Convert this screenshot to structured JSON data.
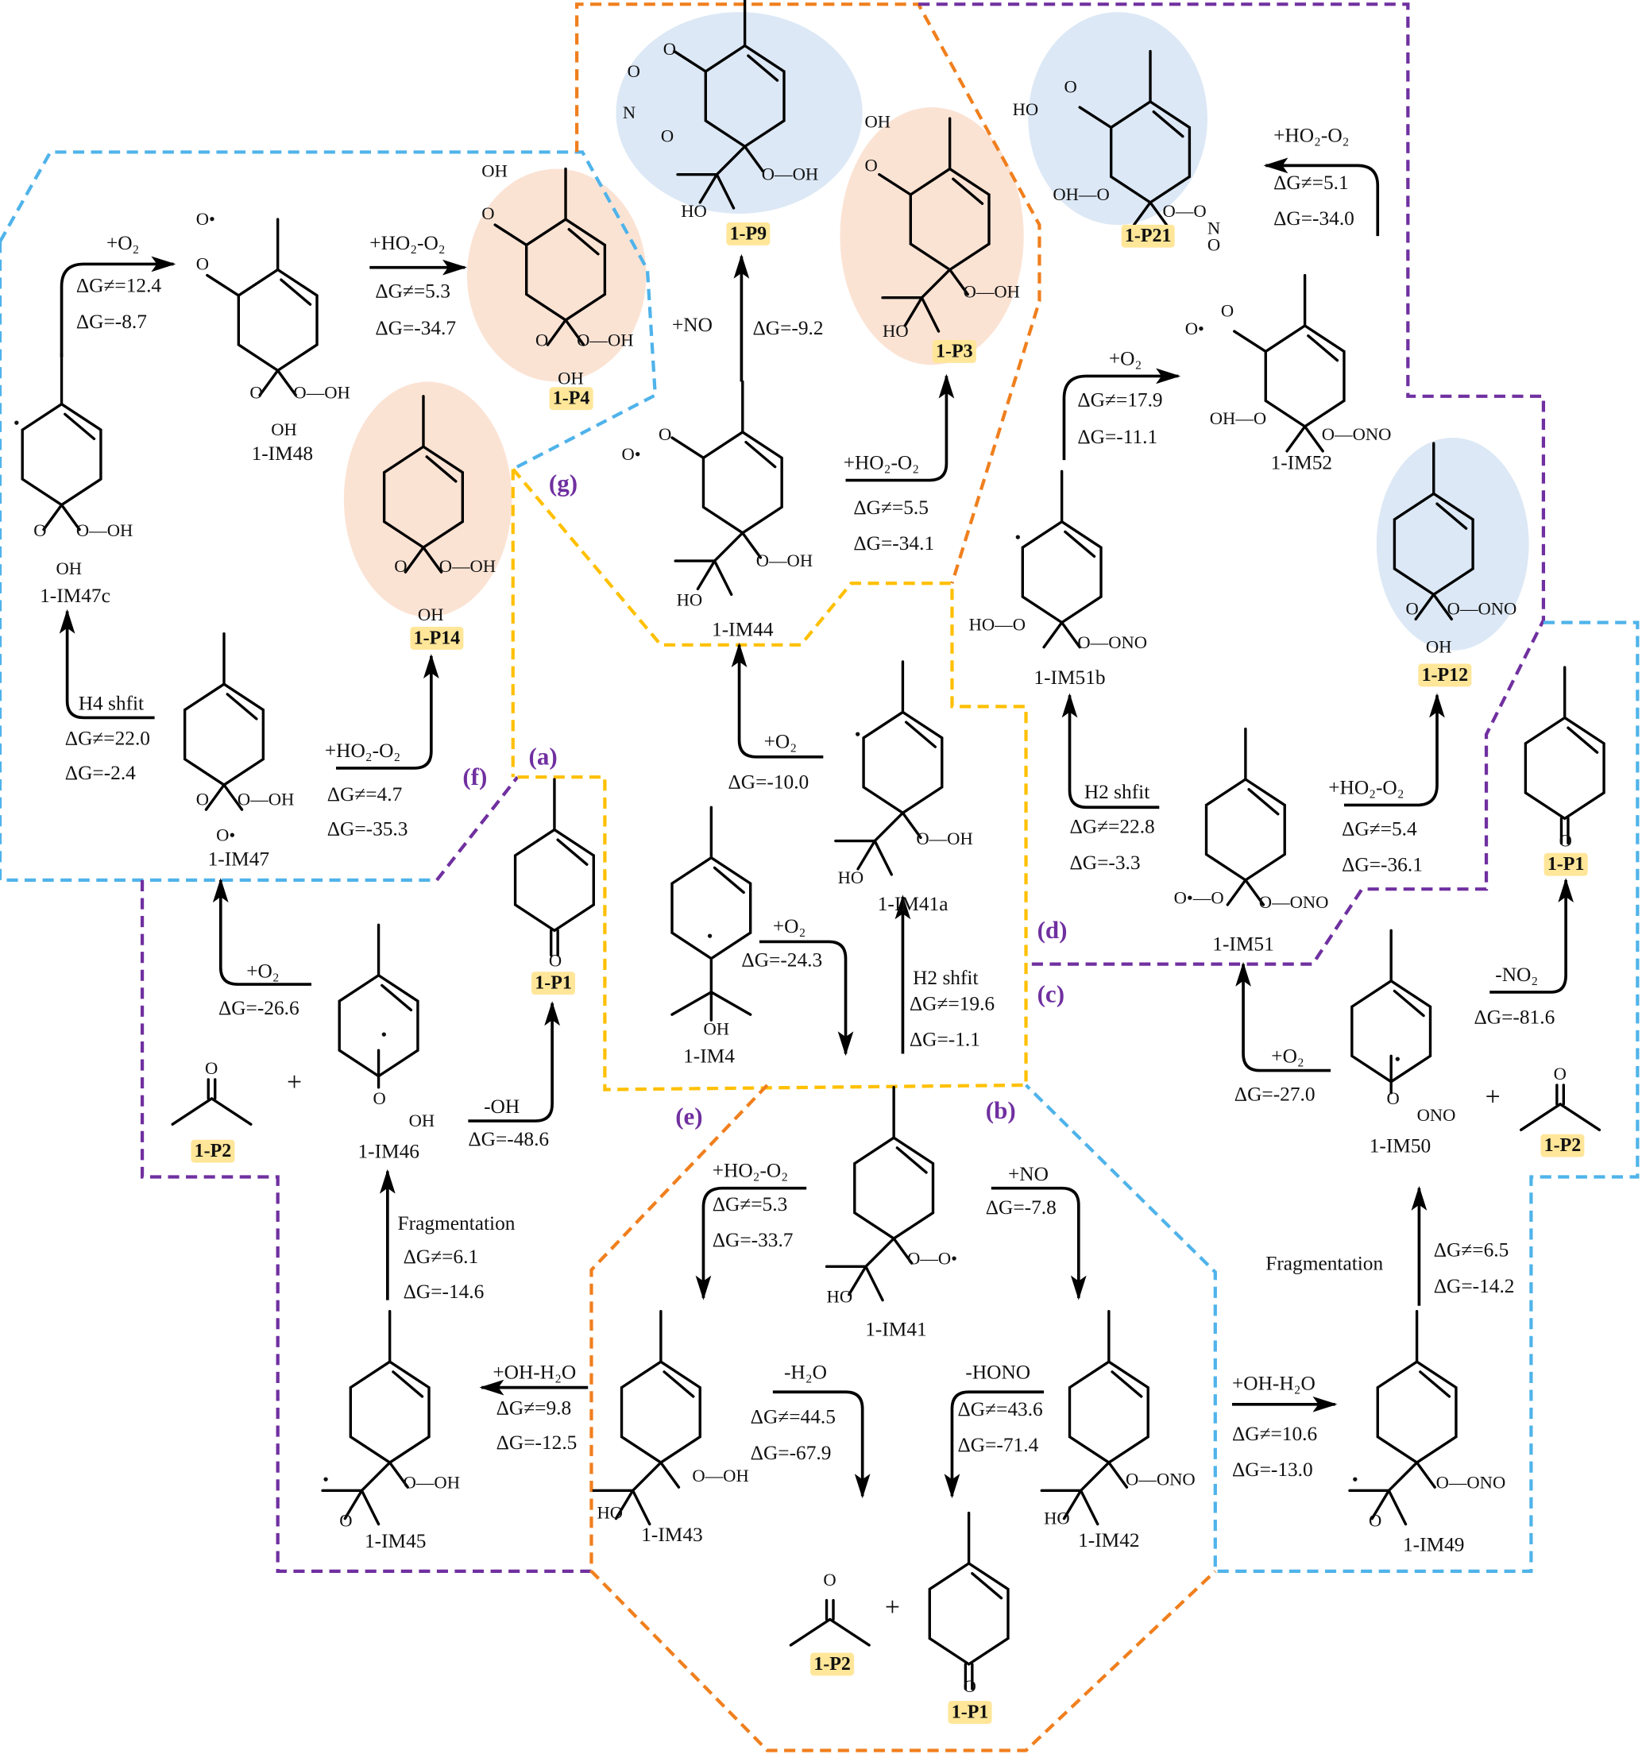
{
  "colors": {
    "region_blue": "#4fb3ea",
    "region_orange": "#f07f1d",
    "region_purple": "#7030a0",
    "region_yellow": "#ffc000",
    "product_highlight": "#ffe699",
    "ellipse_pink": "#fbe3d4",
    "ellipse_blue": "#dce8f5",
    "pathway_label": "#7030a0"
  },
  "pathway_labels": [
    "(g)",
    "(a)",
    "(f)",
    "(d)",
    "(c)",
    "(e)",
    "(b)"
  ],
  "plus_signs": [
    "+",
    "+",
    "+"
  ],
  "molecules": [
    {
      "label": "1-IM47c",
      "product": false,
      "atoms": [
        "•",
        "O",
        "O—OH",
        "OH"
      ]
    },
    {
      "label": "1-IM48",
      "product": false,
      "atoms": [
        "O•",
        "O",
        "O",
        "O—OH",
        "OH"
      ]
    },
    {
      "label": "1-P4",
      "product": true,
      "atoms": [
        "OH",
        "O",
        "O",
        "O—OH",
        "OH"
      ]
    },
    {
      "label": "1-P9",
      "product": true,
      "atoms": [
        "O",
        "O",
        "N",
        "O",
        "O—OH",
        "HO"
      ]
    },
    {
      "label": "1-P3",
      "product": true,
      "atoms": [
        "OH",
        "O",
        "O—OH",
        "HO"
      ]
    },
    {
      "label": "1-P21",
      "product": true,
      "atoms": [
        "HO",
        "O",
        "OH—O",
        "O—O",
        "N",
        "O"
      ]
    },
    {
      "label": "1-IM52",
      "product": false,
      "atoms": [
        "O•",
        "O",
        "OH—O",
        "O—ONO"
      ]
    },
    {
      "label": "1-P14",
      "product": true,
      "atoms": [
        "O",
        "O—OH",
        "OH"
      ]
    },
    {
      "label": "1-IM44",
      "product": false,
      "atoms": [
        "O•",
        "O",
        "O—OH",
        "HO"
      ]
    },
    {
      "label": "1-IM51b",
      "product": false,
      "atoms": [
        "•",
        "HO—O",
        "O—ONO"
      ]
    },
    {
      "label": "1-P12",
      "product": true,
      "atoms": [
        "O",
        "O—ONO",
        "OH"
      ]
    },
    {
      "label": "1-IM47",
      "product": false,
      "atoms": [
        "O",
        "O—OH",
        "O•"
      ]
    },
    {
      "label": "1-IM41a",
      "product": false,
      "atoms": [
        "•",
        "O—OH",
        "HO"
      ]
    },
    {
      "label": "1-IM4",
      "product": false,
      "atoms": [
        "•",
        "OH"
      ]
    },
    {
      "label": "1-P1",
      "product": true,
      "atoms": [
        "O"
      ]
    },
    {
      "label": "1-IM51",
      "product": false,
      "atoms": [
        "O•—O",
        "O—ONO"
      ]
    },
    {
      "label": "1-P1",
      "product": true,
      "atoms": [
        "O"
      ]
    },
    {
      "label": "1-IM46",
      "product": false,
      "atoms": [
        "•",
        "O",
        "OH"
      ]
    },
    {
      "label": "1-IM50",
      "product": false,
      "atoms": [
        "•",
        "O",
        "ONO"
      ]
    },
    {
      "label": "1-IM41",
      "product": false,
      "atoms": [
        "O—O•",
        "HO"
      ]
    },
    {
      "label": "1-IM45",
      "product": false,
      "atoms": [
        "•",
        "O",
        "O—OH"
      ]
    },
    {
      "label": "1-IM43",
      "product": false,
      "atoms": [
        "O—OH",
        "HO"
      ]
    },
    {
      "label": "1-IM42",
      "product": false,
      "atoms": [
        "O—ONO",
        "HO"
      ]
    },
    {
      "label": "1-IM49",
      "product": false,
      "atoms": [
        "•",
        "O",
        "O—ONO"
      ]
    },
    {
      "label": "1-P1",
      "product": true,
      "atoms": [
        "O"
      ]
    },
    {
      "label": "1-P2",
      "product": true,
      "atoms": [
        "O"
      ]
    },
    {
      "label": "1-P2",
      "product": true,
      "atoms": [
        "O"
      ]
    },
    {
      "label": "1-P2",
      "product": true,
      "atoms": [
        "O"
      ]
    }
  ],
  "reactions": [
    {
      "lines": [
        "+O₂",
        "ΔG≠=12.4",
        "ΔG=-8.7"
      ]
    },
    {
      "lines": [
        "+HO₂-O₂",
        "ΔG≠=5.3",
        "ΔG=-34.7"
      ]
    },
    {
      "lines": [
        "+NO",
        "ΔG=-9.2"
      ]
    },
    {
      "lines": [
        "+HO₂-O₂",
        "ΔG≠=5.5",
        "ΔG=-34.1"
      ]
    },
    {
      "lines": [
        "+HO₂-O₂",
        "ΔG≠=5.1",
        "ΔG=-34.0"
      ]
    },
    {
      "lines": [
        "+O₂",
        "ΔG≠=17.9",
        "ΔG=-11.1"
      ]
    },
    {
      "lines": [
        "H4 shfit",
        "ΔG≠=22.0",
        "ΔG=-2.4"
      ]
    },
    {
      "lines": [
        "+HO₂-O₂",
        "ΔG≠=4.7",
        "ΔG=-35.3"
      ]
    },
    {
      "lines": [
        "+O₂",
        "ΔG=-10.0"
      ]
    },
    {
      "lines": [
        "H2 shfit",
        "ΔG≠=22.8",
        "ΔG=-3.3"
      ]
    },
    {
      "lines": [
        "+HO₂-O₂",
        "ΔG≠=5.4",
        "ΔG=-36.1"
      ]
    },
    {
      "lines": [
        "+O₂",
        "ΔG=-24.3"
      ]
    },
    {
      "lines": [
        "H2 shfit",
        "ΔG≠=19.6",
        "ΔG=-1.1"
      ]
    },
    {
      "lines": [
        "+O₂",
        "ΔG=-26.6"
      ]
    },
    {
      "lines": [
        "-OH",
        "ΔG=-48.6"
      ]
    },
    {
      "lines": [
        "+O₂",
        "ΔG=-27.0"
      ]
    },
    {
      "lines": [
        "-NO₂",
        "ΔG=-81.6"
      ]
    },
    {
      "lines": [
        "Fragmentation",
        "ΔG≠=6.1",
        "ΔG=-14.6"
      ]
    },
    {
      "lines": [
        "+HO₂-O₂",
        "ΔG≠=5.3",
        "ΔG=-33.7"
      ]
    },
    {
      "lines": [
        "+NO",
        "ΔG=-7.8"
      ]
    },
    {
      "lines": [
        "Fragmentation",
        "ΔG≠=6.5",
        "ΔG=-14.2"
      ]
    },
    {
      "lines": [
        "+OH-H₂O",
        "ΔG≠=9.8",
        "ΔG=-12.5"
      ]
    },
    {
      "lines": [
        "-H₂O",
        "ΔG≠=44.5",
        "ΔG=-67.9"
      ]
    },
    {
      "lines": [
        "-HONO",
        "ΔG≠=43.6",
        "ΔG=-71.4"
      ]
    },
    {
      "lines": [
        "+OH-H₂O",
        "ΔG≠=10.6",
        "ΔG=-13.0"
      ]
    }
  ]
}
